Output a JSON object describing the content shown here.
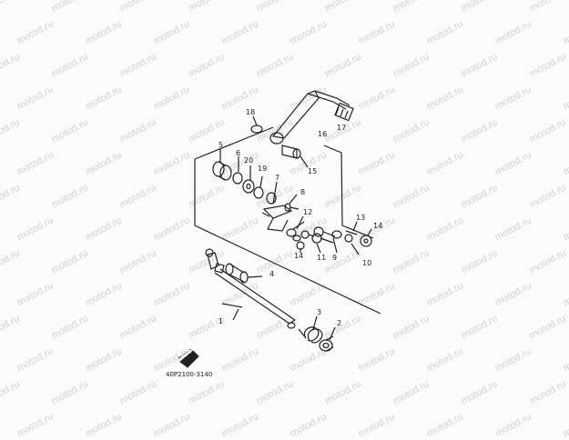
{
  "watermark": {
    "text": "motod.ru"
  },
  "diagram": {
    "part_code": "40P2100-3140",
    "front_marker": "FWD",
    "callouts": [
      "1",
      "2",
      "3",
      "4",
      "5",
      "6",
      "7",
      "8",
      "9",
      "10",
      "11",
      "12",
      "13",
      "14",
      "14",
      "15",
      "16",
      "17",
      "18",
      "19",
      "20"
    ]
  },
  "colors": {
    "ink": "#222222",
    "background": "#fbfbfa",
    "watermark": "#d2d2d2"
  }
}
